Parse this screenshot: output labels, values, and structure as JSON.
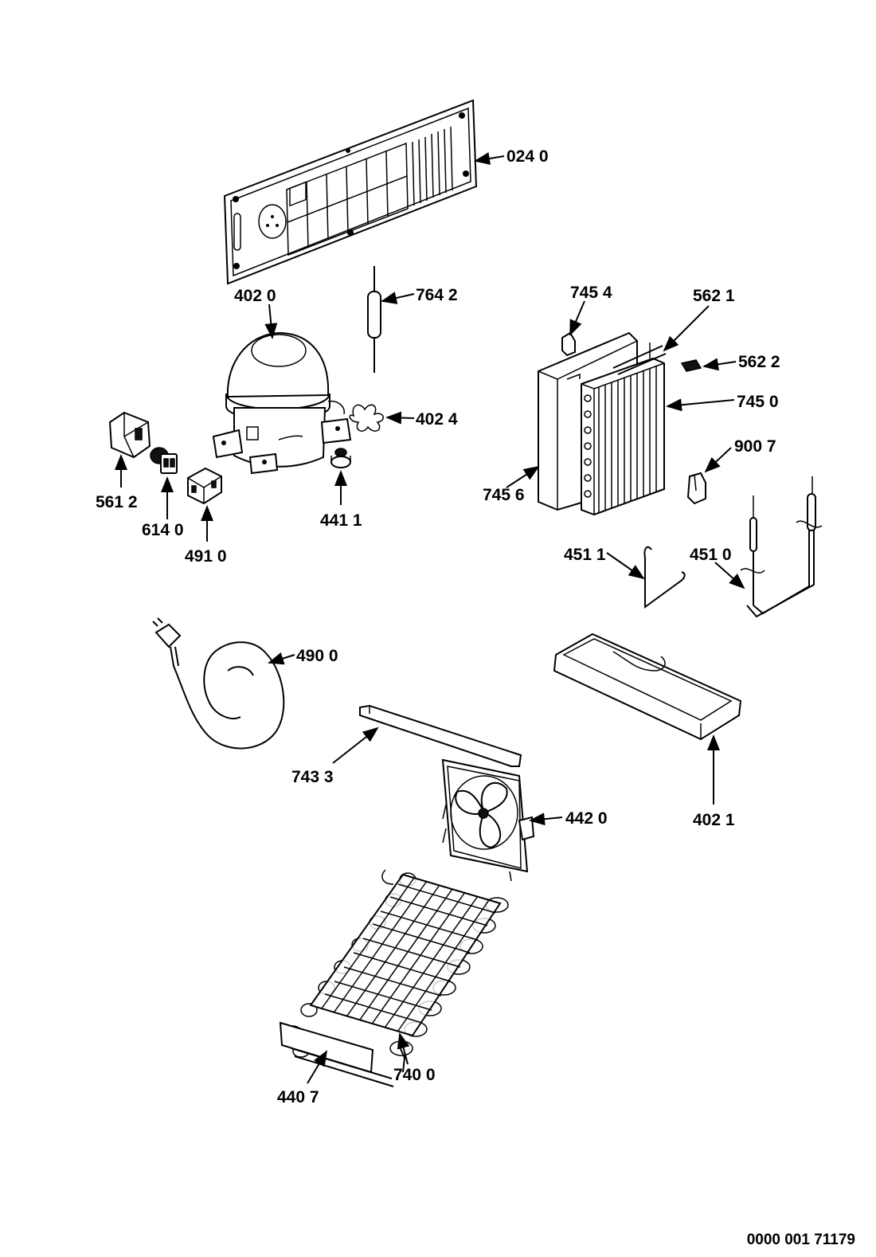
{
  "labels": {
    "p0240": "024 0",
    "p4020": "402 0",
    "p7642": "764 2",
    "p4024": "402 4",
    "p5612": "561 2",
    "p6140": "614 0",
    "p4910": "491 0",
    "p4411": "441 1",
    "p7454": "745 4",
    "p5621": "562 1",
    "p5622": "562 2",
    "p7450": "745 0",
    "p7456": "745 6",
    "p9007": "900 7",
    "p4511": "451 1",
    "p4510": "451 0",
    "p4900": "490 0",
    "p7433": "743 3",
    "p4420": "442 0",
    "p4021": "402 1",
    "p7400": "740 0",
    "p4407": "440 7"
  },
  "doc_number": "0000 001 71179"
}
